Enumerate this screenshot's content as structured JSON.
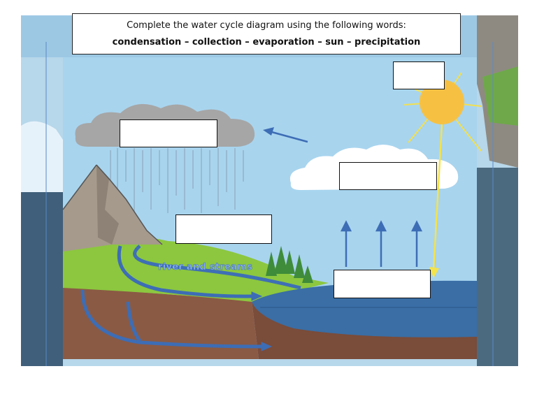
{
  "instructions": {
    "line1": "Complete the water cycle diagram using the following words:",
    "line2": "condensation – collection – evaporation – sun – precipitation"
  },
  "diagram": {
    "river_label": "river and streams"
  },
  "answer_boxes": {
    "sun": "",
    "rain_cloud": "",
    "white_cloud": "",
    "mountain_slope": "",
    "sea": ""
  },
  "colors": {
    "sky": "#a8d4ee",
    "sun": "#f6c143",
    "grass": "#8cc73f",
    "soil": "#8a5a44",
    "sea": "#3a6ea5",
    "arrow": "#3d6db5",
    "sun_ray": "#f2e04f"
  }
}
